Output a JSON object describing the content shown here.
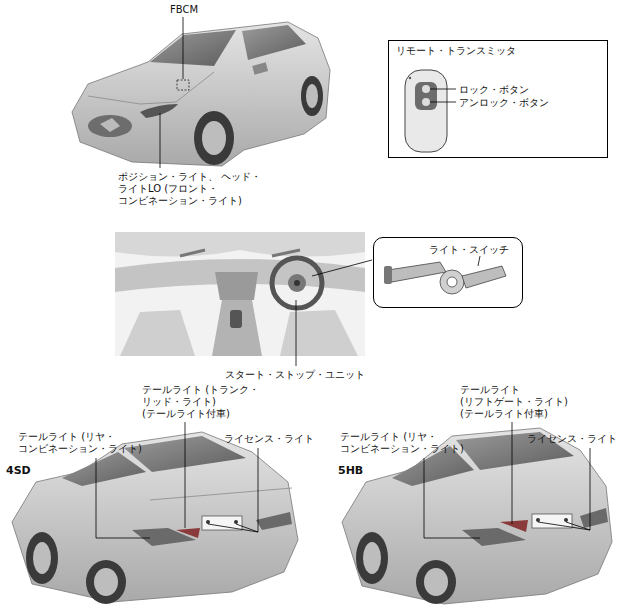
{
  "diagram": {
    "nodes": [
      {
        "text": [
          "リモート・トランスミッタ",
          "ロック・ボタン",
          "アンロック・ボタン"
        ]
      },
      {
        "text": [
          "ライト・スイッチ"
        ]
      }
    ],
    "labels": [
      "FBCM",
      "ポジション・ライト、 ヘッド・ライトLO (フロント・コンビネーション・ライト)",
      "スタート・ストップ・ユニット",
      "テールライト (トランク・リッド・ライト) (テールライト付車)",
      "テールライト (リヤ・コンビネーション・ライト)",
      "ライセンス・ライト",
      "4SD",
      "テールライト (リフトゲート・ライト) (テールライト付車)",
      "テールライト (リヤ・コンビネーション・ライト)",
      "ライセンス・ライト",
      "5HB"
    ]
  }
}
